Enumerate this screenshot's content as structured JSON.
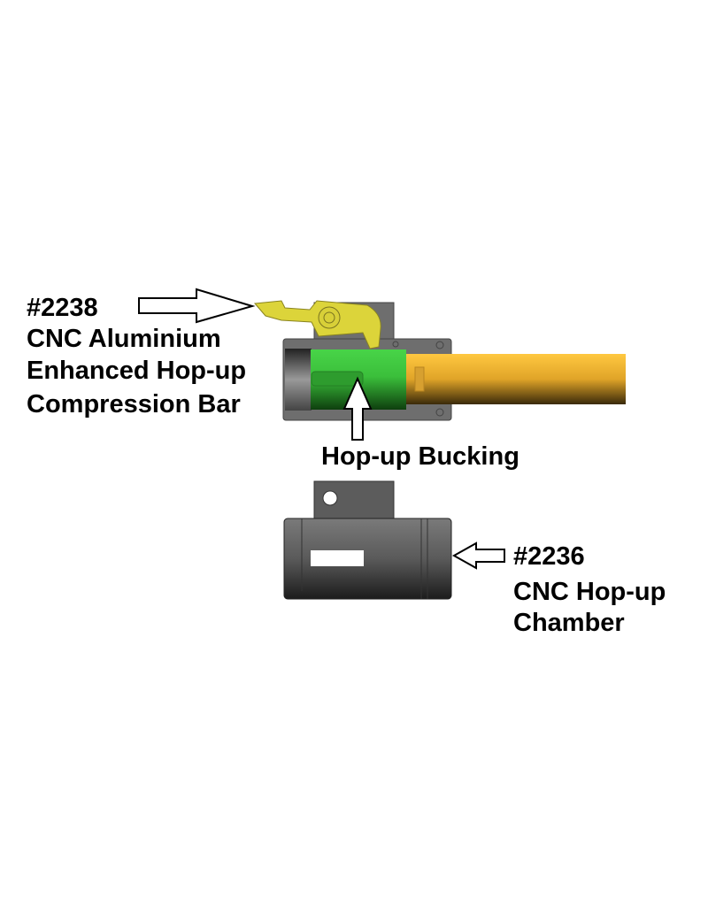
{
  "labels": {
    "compression_bar": {
      "part_no": "#2238",
      "line1": "CNC Aluminium",
      "line2": "Enhanced Hop-up",
      "line3": "Compression Bar"
    },
    "bucking": "Hop-up Bucking",
    "chamber": {
      "part_no": "#2236",
      "line1": "CNC Hop-up",
      "line2": "Chamber"
    }
  },
  "colors": {
    "lever": "#dcd43a",
    "bucking": "#3fcc3f",
    "barrel": "#f5b42c",
    "housing": "#6e6e6e"
  }
}
